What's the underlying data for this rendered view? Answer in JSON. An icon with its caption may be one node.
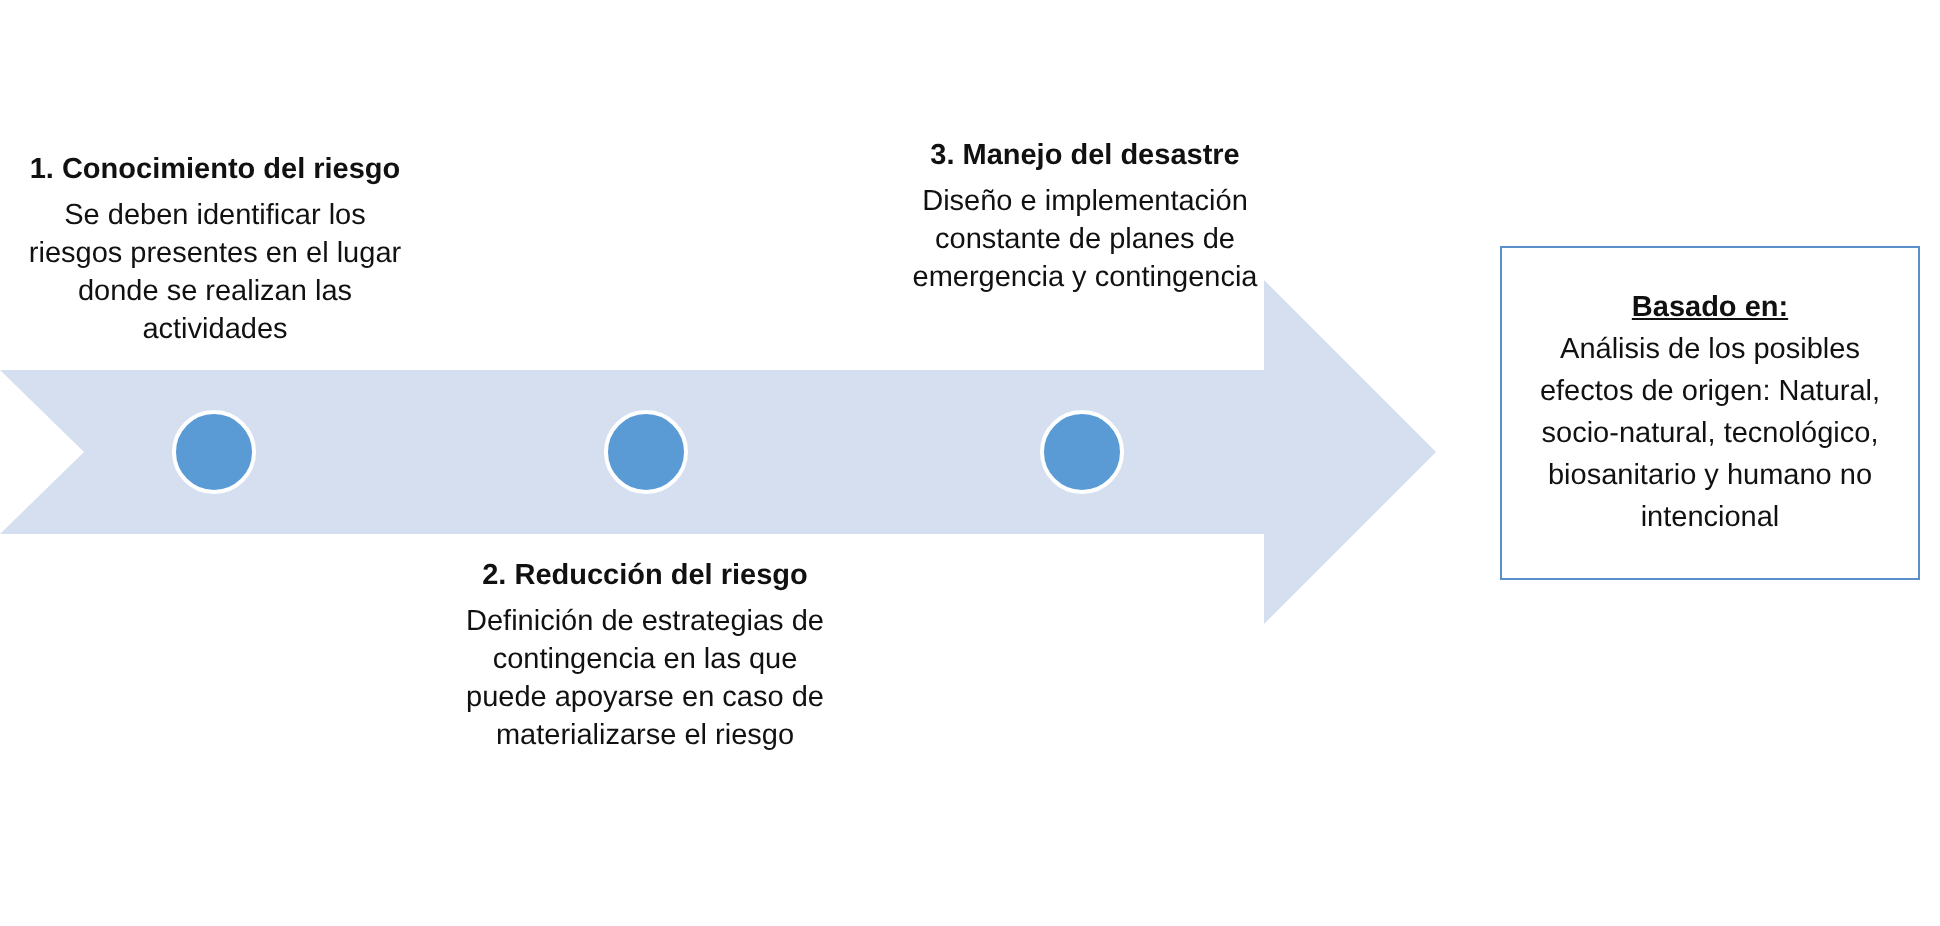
{
  "diagram": {
    "nodes": [
      {
        "text": [],
        "shape": "arrow"
      },
      {
        "text": [],
        "shape": "circle",
        "in": 0,
        "beside": [
          "1. Conocimiento del riesgo",
          "Se deben identificar los riesgos presentes en el lugar donde se realizan las actividades"
        ]
      },
      {
        "text": [],
        "shape": "circle",
        "in": 0,
        "beside": [
          "2. Reducción del riesgo",
          "Definición de estrategias de contingencia en las que puede apoyarse en caso de materializarse el riesgo"
        ]
      },
      {
        "text": [],
        "shape": "circle",
        "in": 0,
        "beside": [
          "3. Manejo del desastre",
          "Diseño e implementación constante de planes de emergencia y contingencia"
        ]
      },
      {
        "text": [
          "Basado en:",
          "Análisis de los posibles efectos de origen: Natural, socio-natural, tecnológico, biosanitario y humano no intencional"
        ]
      }
    ],
    "edges": []
  }
}
